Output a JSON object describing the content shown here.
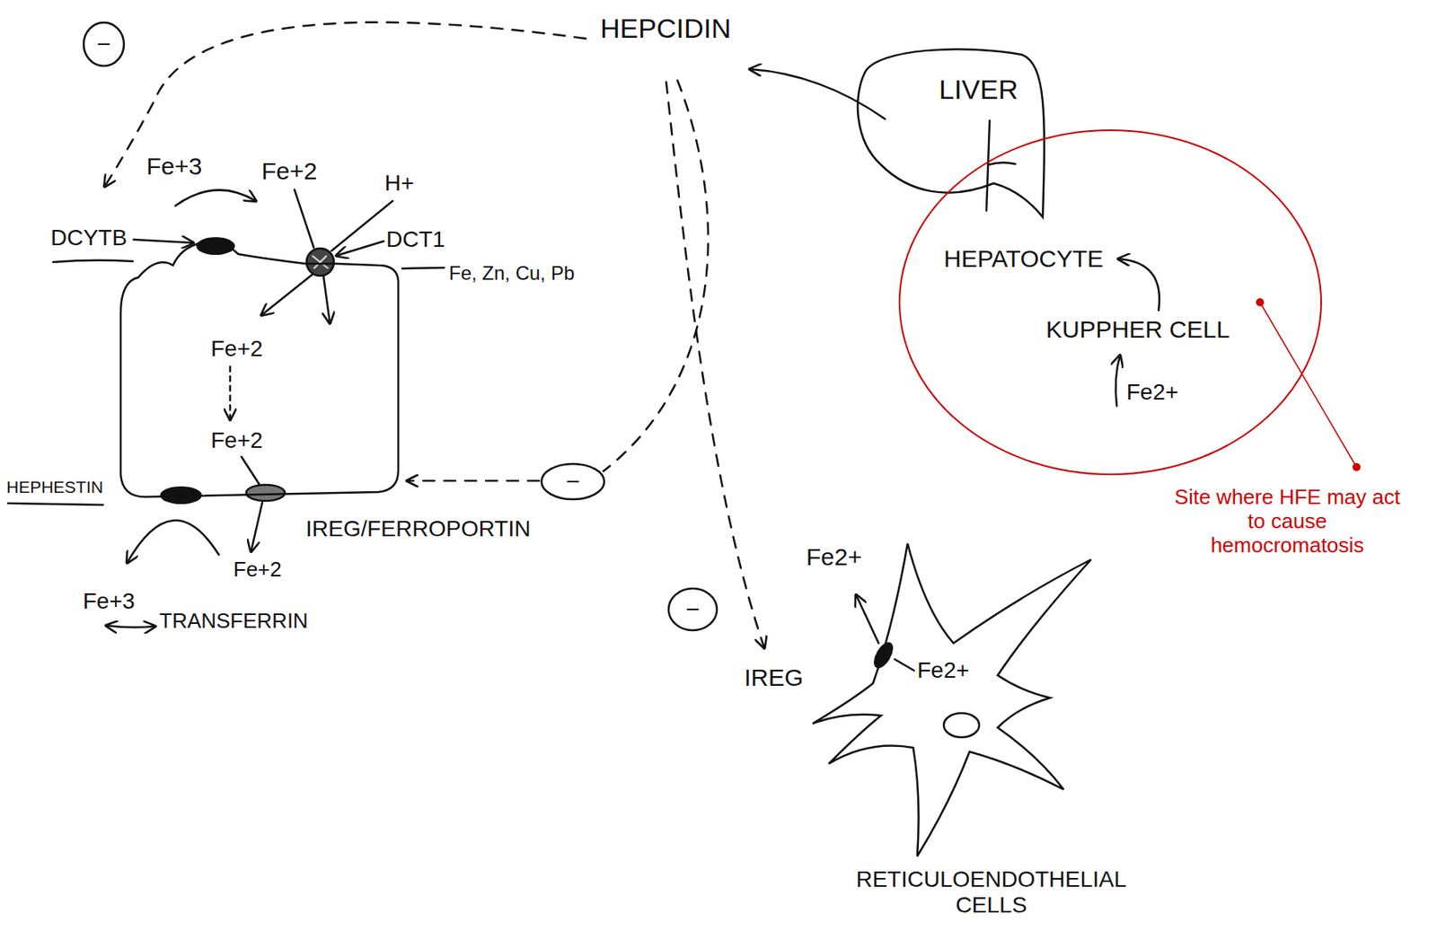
{
  "diagram": {
    "nodes": [
      {
        "text": [
          "−"
        ]
      },
      {
        "text": [
          "LIVER"
        ]
      },
      {
        "text": [
          "Fe+2",
          "Fe+2"
        ]
      },
      {
        "text": [
          "HEPATOCYTE",
          "KUPPHER CELL",
          "Fe2+"
        ]
      },
      {
        "text": [
          "−"
        ]
      },
      {
        "text": [
          "−"
        ]
      },
      {
        "text": [
          "Fe2+",
          "RETICULOENDOTHELIAL CELLS"
        ]
      }
    ],
    "labels": [
      "HEPCIDIN",
      "Fe+3",
      "Fe+2",
      "H+",
      "DCYTB",
      "DCT1",
      "Fe, Zn, Cu, Pb",
      "HEPHESTIN",
      "IREG/FERROPORTIN",
      "Fe+2",
      "Fe+3",
      "TRANSFERRIN",
      "Fe2+",
      "IREG",
      "Site where HFE may act to cause hemocromatosis"
    ]
  }
}
